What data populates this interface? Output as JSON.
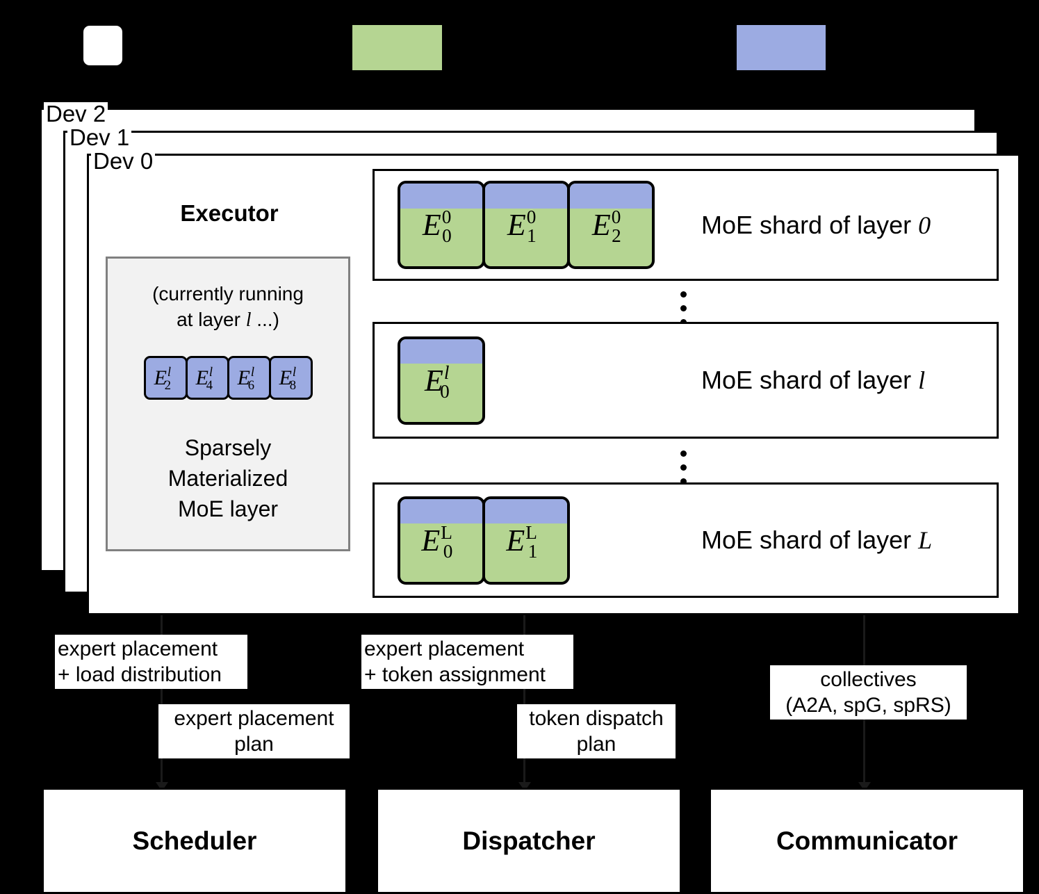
{
  "legend": {
    "items": [
      {
        "name": "free-slot-swatch",
        "color": "#ffffff",
        "label": ""
      },
      {
        "name": "materialized-expert-swatch",
        "color": "#b5d592",
        "label": ""
      },
      {
        "name": "active-expert-swatch",
        "color": "#9cabe2",
        "label": ""
      }
    ]
  },
  "devices": {
    "dev2_label": "Dev 2",
    "dev1_label": "Dev 1",
    "dev0_label": "Dev 0"
  },
  "executor": {
    "title": "Executor",
    "running_line1": "(currently running",
    "running_line2_pre": "at layer ",
    "running_layer": "l",
    "running_line2_post": " ...)",
    "experts": [
      {
        "base": "E",
        "sub": "2",
        "sup": "l"
      },
      {
        "base": "E",
        "sub": "4",
        "sup": "l"
      },
      {
        "base": "E",
        "sub": "6",
        "sup": "l"
      },
      {
        "base": "E",
        "sub": "8",
        "sup": "l"
      }
    ],
    "caption": "Sparsely\nMaterialized\nMoE layer"
  },
  "shards": [
    {
      "id": "shard-0",
      "caption_prefix": "MoE shard of layer ",
      "caption_layer": "0",
      "experts": [
        {
          "base": "E",
          "sub": "0",
          "sup": "0"
        },
        {
          "base": "E",
          "sub": "1",
          "sup": "0"
        },
        {
          "base": "E",
          "sub": "2",
          "sup": "0"
        }
      ]
    },
    {
      "id": "shard-l",
      "caption_prefix": "MoE shard of layer ",
      "caption_layer": "l",
      "experts": [
        {
          "base": "E",
          "sub": "0",
          "sup": "l"
        }
      ]
    },
    {
      "id": "shard-L",
      "caption_prefix": "MoE shard of layer ",
      "caption_layer": "L",
      "experts": [
        {
          "base": "E",
          "sub": "0",
          "sup": "L"
        },
        {
          "base": "E",
          "sub": "1",
          "sup": "L"
        }
      ]
    }
  ],
  "annotations": {
    "scheduler_up": "expert placement\n+ load distribution",
    "scheduler_down": "expert placement\nplan",
    "dispatcher_up": "expert placement\n+ token assignment",
    "dispatcher_down": "token dispatch\nplan",
    "communicator": "collectives\n(A2A, spG, spRS)"
  },
  "components": {
    "scheduler": "Scheduler",
    "dispatcher": "Dispatcher",
    "communicator": "Communicator"
  },
  "colors": {
    "background": "#000000",
    "expert_green": "#b5d592",
    "expert_blue": "#9cabe2",
    "panel_white": "#ffffff",
    "executor_fill": "#f2f2f2",
    "executor_border": "#808080"
  }
}
